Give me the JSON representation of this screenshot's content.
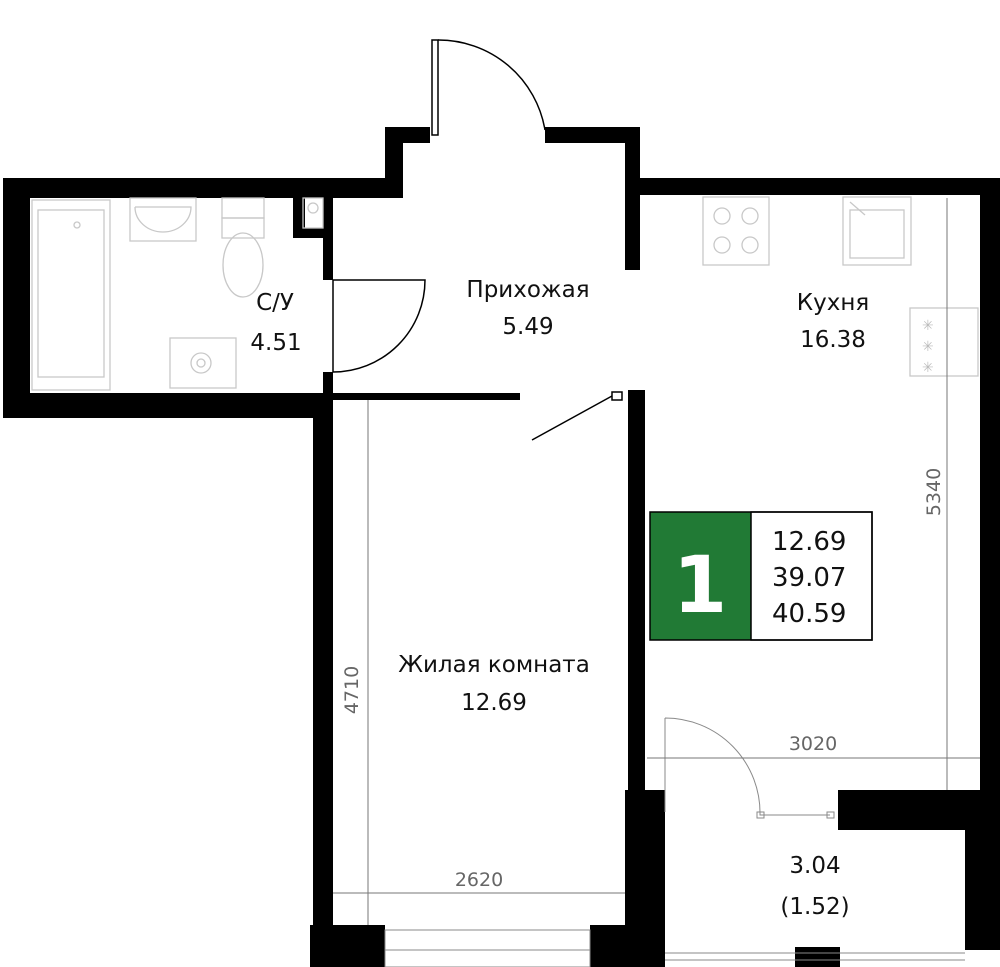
{
  "rooms": {
    "bathroom": {
      "name": "С/У",
      "area": "4.51"
    },
    "hallway": {
      "name": "Прихожая",
      "area": "5.49"
    },
    "kitchen": {
      "name": "Кухня",
      "area": "16.38"
    },
    "living": {
      "name": "Жилая комната",
      "area": "12.69"
    },
    "balcony": {
      "area": "3.04",
      "reduced_area": "(1.52)"
    }
  },
  "dimensions": {
    "living_height": "4710",
    "living_width": "2620",
    "kitchen_width": "3020",
    "kitchen_height": "5340"
  },
  "summary": {
    "rooms_count": "1",
    "living_area": "12.69",
    "total_area": "39.07",
    "total_with_balcony": "40.59",
    "accent_color": "#217a35"
  }
}
